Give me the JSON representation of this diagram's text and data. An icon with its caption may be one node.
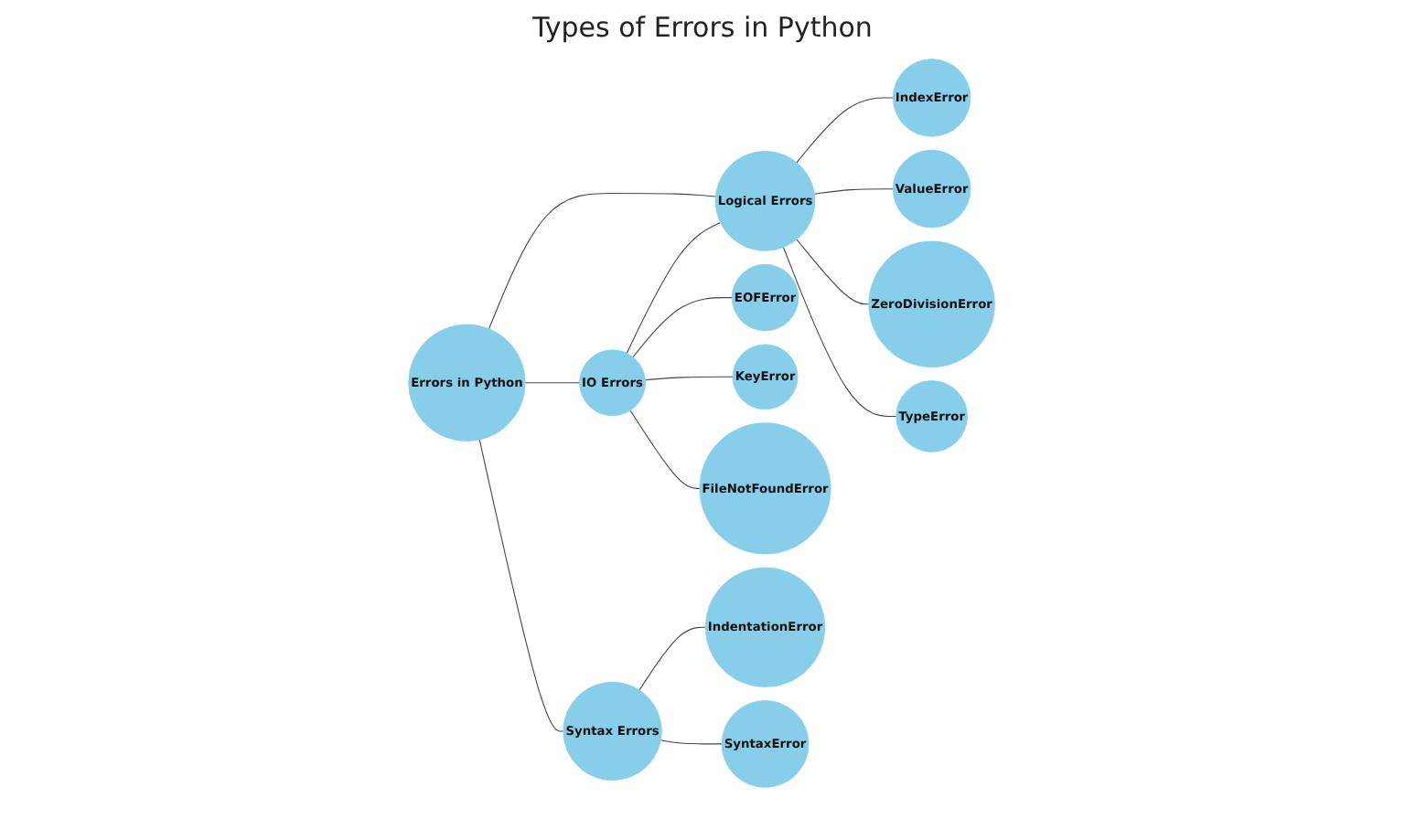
{
  "diagram": {
    "title": "Types of Errors in Python",
    "nodes": [
      {
        "text": [
          "Errors in Python"
        ]
      },
      {
        "text": [
          "IO Errors"
        ]
      },
      {
        "text": [
          "Logical Errors"
        ]
      },
      {
        "text": [
          "Syntax Errors"
        ]
      },
      {
        "text": [
          "EOFError"
        ]
      },
      {
        "text": [
          "KeyError"
        ]
      },
      {
        "text": [
          "FileNotFoundError"
        ]
      },
      {
        "text": [
          "IndexError"
        ]
      },
      {
        "text": [
          "ValueError"
        ]
      },
      {
        "text": [
          "ZeroDivisionError"
        ]
      },
      {
        "text": [
          "TypeError"
        ]
      },
      {
        "text": [
          "IndentationError"
        ]
      },
      {
        "text": [
          "SyntaxError"
        ]
      }
    ],
    "edges": [
      {
        "from": 0,
        "to": 1,
        "arrow": "none"
      },
      {
        "from": 0,
        "to": 2,
        "arrow": "none"
      },
      {
        "from": 0,
        "to": 3,
        "arrow": "none"
      },
      {
        "from": 1,
        "to": 4,
        "arrow": "none"
      },
      {
        "from": 1,
        "to": 5,
        "arrow": "none"
      },
      {
        "from": 1,
        "to": 6,
        "arrow": "none"
      },
      {
        "from": 1,
        "to": 2,
        "arrow": "none"
      },
      {
        "from": 2,
        "to": 7,
        "arrow": "none"
      },
      {
        "from": 2,
        "to": 8,
        "arrow": "none"
      },
      {
        "from": 2,
        "to": 9,
        "arrow": "none"
      },
      {
        "from": 2,
        "to": 10,
        "arrow": "none"
      },
      {
        "from": 3,
        "to": 11,
        "arrow": "none"
      },
      {
        "from": 3,
        "to": 12,
        "arrow": "none"
      }
    ]
  }
}
